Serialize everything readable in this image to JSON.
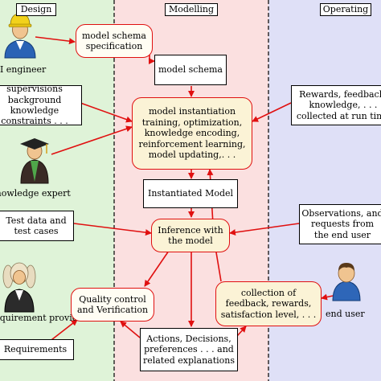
{
  "columns": {
    "design": "Design",
    "modelling": "Modelling",
    "operating": "Operating"
  },
  "colors": {
    "design_bg": "#dff3d8",
    "modelling_bg": "#fbe0e0",
    "operating_bg": "#dfe0f7",
    "arrow": "#e01010",
    "box_fill": "#fbf3d6"
  },
  "actors": {
    "ai_engineer": "AI engineer",
    "knowledge_expert": "knowledge expert",
    "requirement_provider": "requirement provider",
    "end_user": "end user"
  },
  "boxes": {
    "model_schema_spec": "model schema\nspecification",
    "model_schema": "model schema",
    "supervisions": "supervisions\nbackground knowledge\nconstraints . . .",
    "rewards": "Rewards, feedback,\nknowledge, . . .\ncollected at run time",
    "instantiation": "model instantiation\ntraining, optimization,\nknowledge encoding,\nreinforcement learning,\nmodel updating,. . .",
    "instantiated_model": "Instantiated Model",
    "test_data": "Test data and\ntest cases",
    "observations": "Observations, and\nrequests from\nthe end user",
    "inference": "Inference with\nthe model",
    "quality_control": "Quality control\nand Verification",
    "collection": "collection of\nfeedback, rewards,\nsatisfaction level, . . .",
    "requirements": "Requirements",
    "actions": "Actions, Decisions,\npreferences . . . and\nrelated explanations"
  }
}
